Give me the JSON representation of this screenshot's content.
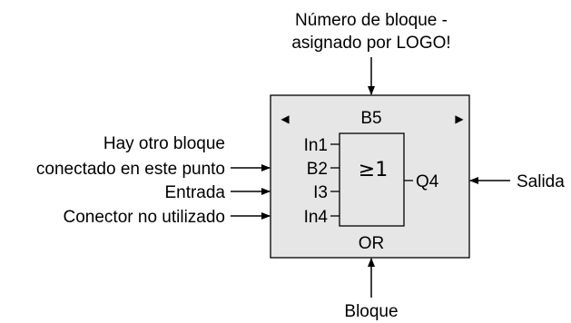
{
  "annotations": {
    "block_number_line1": "Número de bloque -",
    "block_number_line2": "asignado por LOGO!",
    "other_block_line1": "Hay otro bloque",
    "other_block_line2": "conectado en este punto",
    "input": "Entrada",
    "unused_connector": "Conector no utilizado",
    "output": "Salida",
    "block": "Bloque"
  },
  "block": {
    "number": "B5",
    "symbol": "≥1",
    "type": "OR",
    "inputs": [
      "In1",
      "B2",
      "I3",
      "In4"
    ],
    "output": "Q4",
    "nav_left": "◀",
    "nav_right": "▶"
  },
  "colors": {
    "panel_fill": "#e6e6e6",
    "gate_fill": "#e6e6e6",
    "stroke": "#000000"
  }
}
